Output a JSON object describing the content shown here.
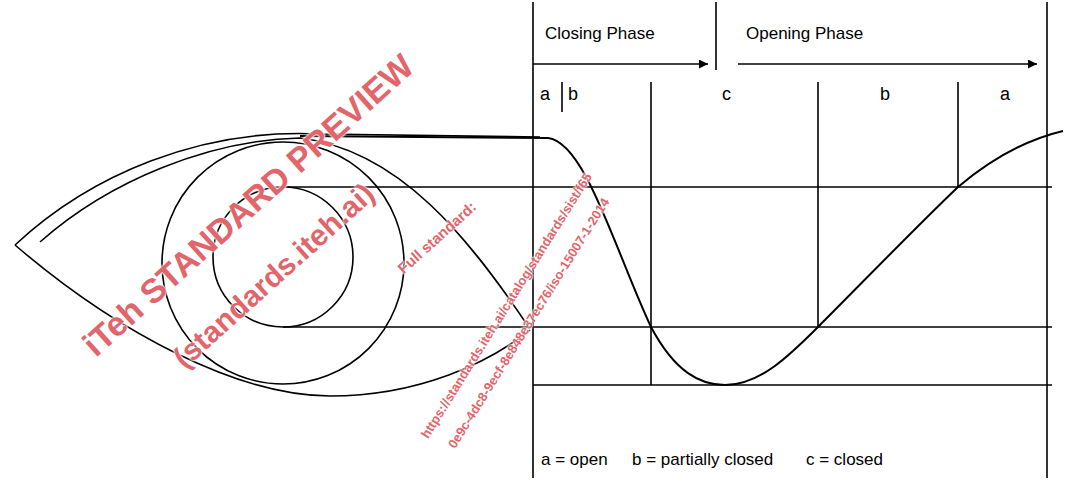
{
  "diagram": {
    "labels": [
      "Closing Phase",
      "Opening Phase",
      "a",
      "b",
      "c",
      "b",
      "a",
      "a = open",
      "b = partially closed",
      "c = closed",
      "iTeh STANDARD PREVIEW",
      "(standards.iteh.ai)",
      "Full standard:",
      "https://standards.iteh.ai/catalog/standards/sist/f65",
      "0e9c-4dc8-9ecf-8e848e37ec76/iso-15007-1-2014"
    ]
  }
}
